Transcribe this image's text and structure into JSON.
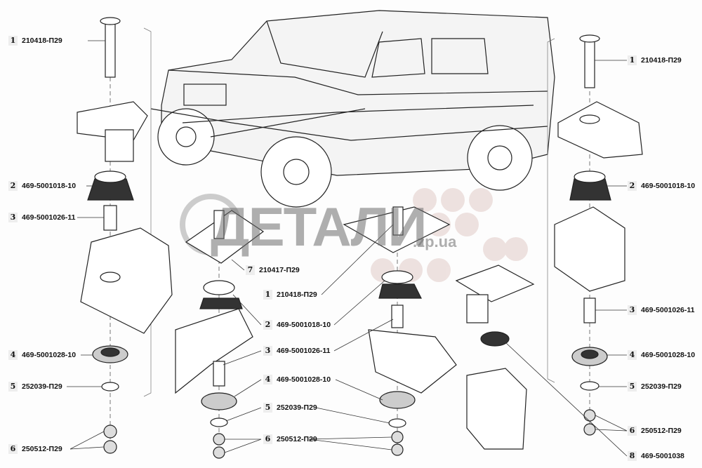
{
  "watermark": {
    "main": "ДЕТАЛИ",
    "sub": ".zp.ua"
  },
  "left_column": [
    {
      "num": "1",
      "part": "210418-П29"
    },
    {
      "num": "2",
      "part": "469-5001018-10"
    },
    {
      "num": "3",
      "part": "469-5001026-11"
    },
    {
      "num": "4",
      "part": "469-5001028-10"
    },
    {
      "num": "5",
      "part": "252039-П29"
    },
    {
      "num": "6",
      "part": "250512-П29"
    }
  ],
  "center_column": [
    {
      "num": "7",
      "part": "210417-П29"
    },
    {
      "num": "1",
      "part": "210418-П29"
    },
    {
      "num": "2",
      "part": "469-5001018-10"
    },
    {
      "num": "3",
      "part": "469-5001026-11"
    },
    {
      "num": "4",
      "part": "469-5001028-10"
    },
    {
      "num": "5",
      "part": "252039-П29"
    },
    {
      "num": "6",
      "part": "250512-П29"
    }
  ],
  "right_column": [
    {
      "num": "1",
      "part": "210418-П29"
    },
    {
      "num": "2",
      "part": "469-5001018-10"
    },
    {
      "num": "3",
      "part": "469-5001026-11"
    },
    {
      "num": "4",
      "part": "469-5001028-10"
    },
    {
      "num": "5",
      "part": "252039-П29"
    },
    {
      "num": "6",
      "part": "250512-П29"
    },
    {
      "num": "8",
      "part": "469-5001038"
    }
  ]
}
